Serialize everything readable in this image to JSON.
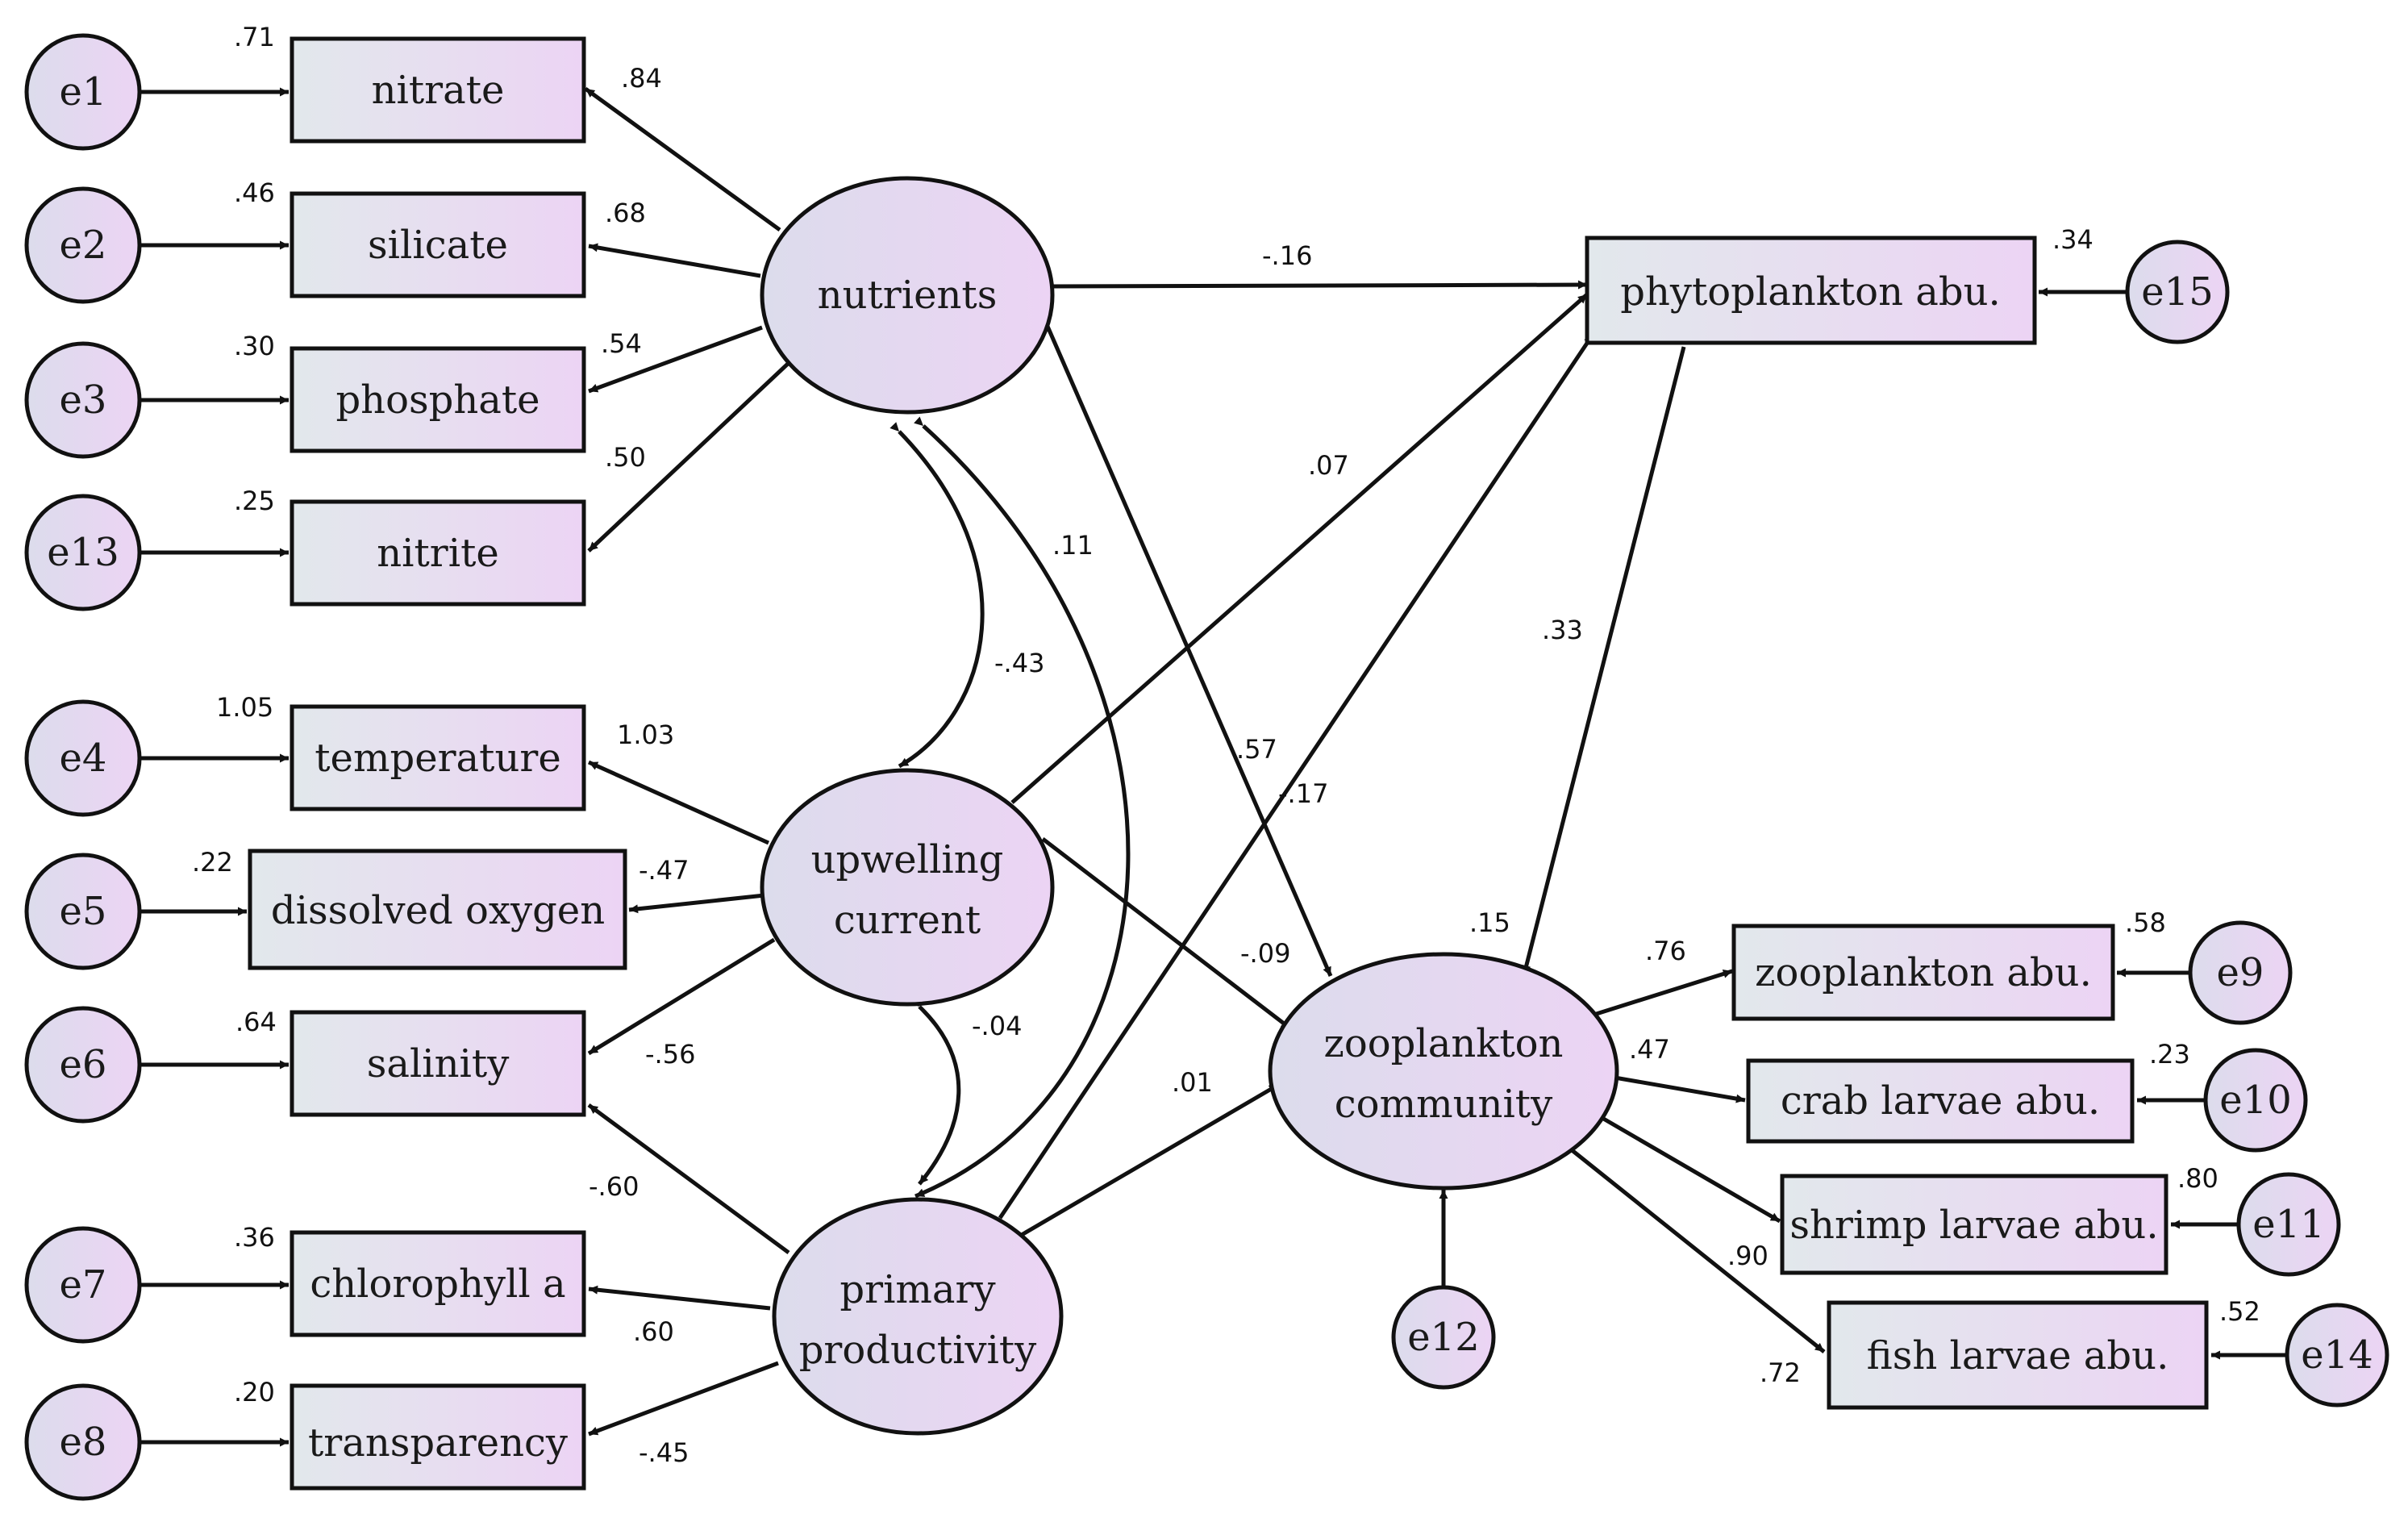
{
  "colors": {
    "ellipse_fill_from": "#dcdcec",
    "ellipse_fill_to": "#ecd4f4",
    "rect_fill_from": "#e2e8ec",
    "rect_fill_to": "#ecd4f4",
    "stroke": "#111111"
  },
  "nodes": {
    "nutrients": "nutrients",
    "upwelling_1": "upwelling",
    "upwelling_2": "current",
    "primary_1": "primary",
    "primary_2": "productivity",
    "zoo_comm_1": "zooplankton",
    "zoo_comm_2": "community",
    "nitrate": "nitrate",
    "silicate": "silicate",
    "phosphate": "phosphate",
    "nitrite": "nitrite",
    "temperature": "temperature",
    "dissolved_oxygen": "dissolved oxygen",
    "salinity": "salinity",
    "chlorophyll": "chlorophyll a",
    "transparency": "transparency",
    "phyto": "phytoplankton abu.",
    "zoo_abu": "zooplankton abu.",
    "crab": "crab larvae abu.",
    "shrimp": "shrimp larvae abu.",
    "fish": "fish larvae abu.",
    "e1": "e1",
    "e2": "e2",
    "e3": "e3",
    "e13": "e13",
    "e4": "e4",
    "e5": "e5",
    "e6": "e6",
    "e7": "e7",
    "e8": "e8",
    "e9": "e9",
    "e10": "e10",
    "e11": "e11",
    "e12": "e12",
    "e14": "e14",
    "e15": "e15"
  },
  "weights": {
    "r2_nitrate": ".71",
    "nut_nitrate": ".84",
    "r2_silicate": ".46",
    "nut_silicate": ".68",
    "r2_phosphate": ".30",
    "nut_phosphate": ".54",
    "r2_nitrite": ".25",
    "nut_nitrite": ".50",
    "nut_phyto": "-.16",
    "r2_phyto": ".34",
    "up_phyto": ".07",
    "cov_nut_prim": ".11",
    "cov_nut_up": "-.43",
    "phyto_zoo": ".33",
    "r2_temperature": "1.05",
    "up_temperature": "1.03",
    "nut_zoo": ".57",
    "prim_phyto": "-.17",
    "r2_dox": ".22",
    "up_dox": "-.47",
    "r2_zoo_comm": ".15",
    "r2_zoo_abu": ".58",
    "zoo_zooabu": ".76",
    "up_zoo": "-.09",
    "r2_salinity": ".64",
    "cov_up_prim": "-.04",
    "up_salinity": "-.56",
    "zoo_crab": ".47",
    "r2_crab": ".23",
    "prim_zoo": ".01",
    "prim_salinity": "-.60",
    "r2_shrimp": ".80",
    "r2_chlorophyll": ".36",
    "zoo_shrimp": ".90",
    "prim_chlorophyll": ".60",
    "r2_fish": ".52",
    "zoo_fish": ".72",
    "r2_transparency": ".20",
    "prim_transparency": "-.45"
  }
}
